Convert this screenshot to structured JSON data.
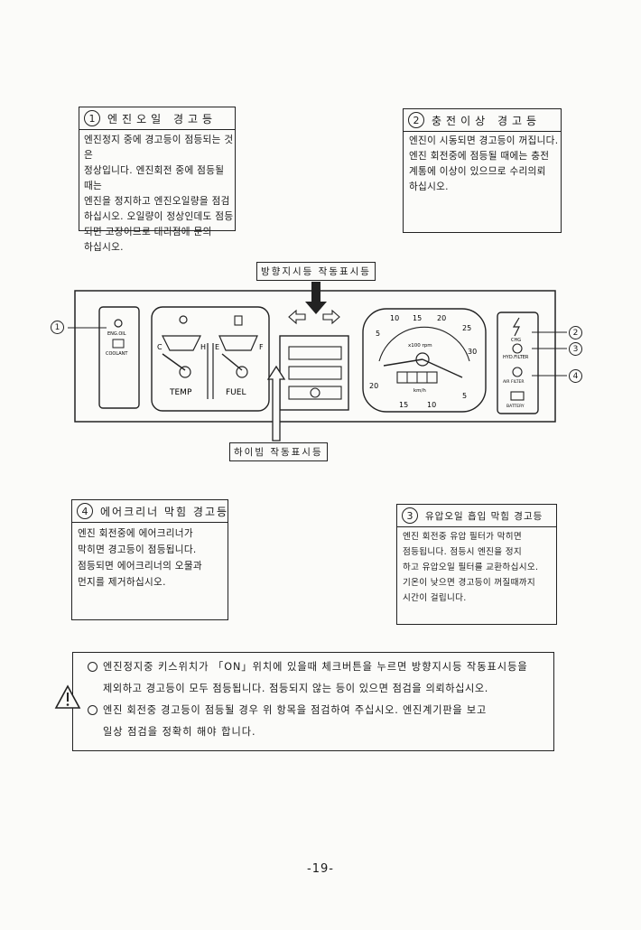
{
  "box1": {
    "num": "1",
    "title": "엔진오일 경고등",
    "body": "엔진정지 중에 경고등이 점등되는 것은\n정상입니다. 엔진회전 중에 점등될 때는\n엔진을 정지하고 엔진오일량을 점검\n하십시오. 오일량이 정상인데도 점등\n되면 고장이므로 대리점에 문의\n하십시오."
  },
  "box2": {
    "num": "2",
    "title": "충전이상 경고등",
    "body": "엔진이 시동되면 경고등이 꺼집니다.\n엔진 회전중에 점등될 때에는 충전\n계통에 이상이 있으므로 수리의뢰\n하십시오."
  },
  "box3": {
    "num": "3",
    "title": "유압오일 흡입 막힘 경고등",
    "body": "엔진 회전중 유압 필터가 막히면\n점등됩니다. 점등시 엔진을 정지\n하고 유압오일 필터를 교환하십시오.\n기온이 낮으면 경고등이 꺼질때까지\n시간이 걸립니다."
  },
  "box4": {
    "num": "4",
    "title": "에어크리너 막힘 경고등",
    "body": "엔진 회전중에 에어크리너가\n막히면 경고등이 점등됩니다.\n점등되면 에어크리너의 오물과\n먼지를 제거하십시오."
  },
  "diagram": {
    "turn_signal_label": "방향지시등 작동표시등",
    "high_beam_label": "하이빔 작동표시등",
    "temp_label": "TEMP",
    "fuel_label": "FUEL",
    "c_label": "C",
    "h_label": "H",
    "e_label": "E",
    "f_label": "F",
    "eng_oil_label": "ENG.OIL",
    "coolant_label": "COOLANT",
    "chg_label": "CHG",
    "hyd_filter_label": "HYD.FILTER",
    "air_filter_label": "AIR FILTER",
    "battery_label": "BATTERY",
    "tach_ticks": [
      "5",
      "10",
      "15",
      "20",
      "25",
      "30",
      "20",
      "15",
      "10",
      "5"
    ],
    "rpm_label": "x100 rpm",
    "kmh_label": "km/h",
    "callouts": [
      "1",
      "2",
      "3",
      "4"
    ]
  },
  "notice": {
    "line1": "엔진정지중 키스위치가 「ON」위치에 있을때 체크버튼을 누르면 방향지시등 작동표시등을",
    "line2": "제외하고 경고등이 모두 점등됩니다. 점등되지 않는 등이 있으면 점검을 의뢰하십시오.",
    "line3": "엔진 회전중 경고등이 점등될 경우 위 항목을 점검하여 주십시오. 엔진계기판을 보고",
    "line4": "일상 점검을 정확히 해야 합니다."
  },
  "page_number": "-19-"
}
